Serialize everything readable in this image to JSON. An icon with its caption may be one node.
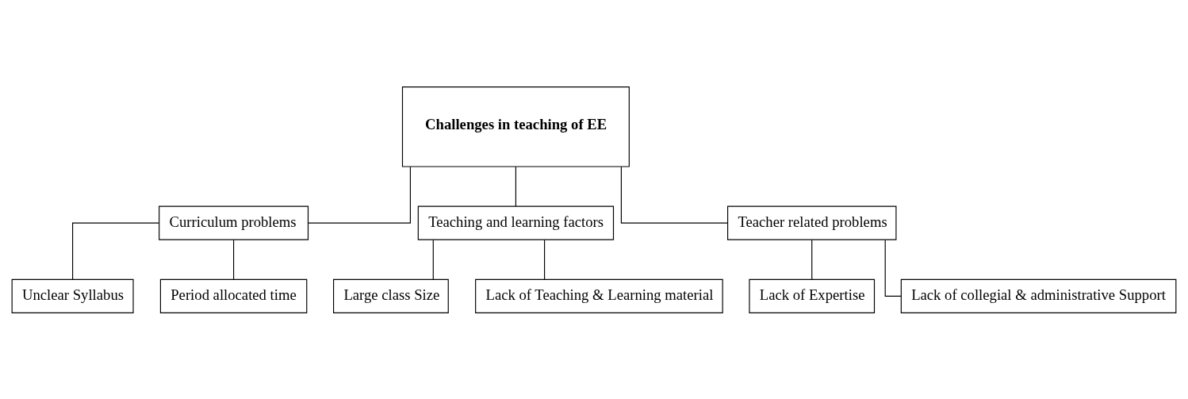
{
  "diagram": {
    "nodes": [
      {
        "text": [
          "Challenges in teaching of EE"
        ]
      },
      {
        "text": [
          "Curriculum problems"
        ]
      },
      {
        "text": [
          "Teaching and learning factors"
        ]
      },
      {
        "text": [
          "Teacher related problems"
        ]
      },
      {
        "text": [
          "Unclear Syllabus"
        ]
      },
      {
        "text": [
          "Period allocated time"
        ]
      },
      {
        "text": [
          "Large class Size"
        ]
      },
      {
        "text": [
          "Lack of Teaching & Learning material"
        ]
      },
      {
        "text": [
          "Lack of Expertise"
        ]
      },
      {
        "text": [
          "Lack of collegial & administrative Support"
        ]
      }
    ],
    "edges": [
      {
        "from": 0,
        "to": 1,
        "arrow": "none"
      },
      {
        "from": 0,
        "to": 2,
        "arrow": "none"
      },
      {
        "from": 0,
        "to": 3,
        "arrow": "none"
      },
      {
        "from": 1,
        "to": 4,
        "arrow": "none"
      },
      {
        "from": 1,
        "to": 5,
        "arrow": "none"
      },
      {
        "from": 2,
        "to": 6,
        "arrow": "none"
      },
      {
        "from": 2,
        "to": 7,
        "arrow": "none"
      },
      {
        "from": 3,
        "to": 8,
        "arrow": "none"
      },
      {
        "from": 3,
        "to": 9,
        "arrow": "none"
      }
    ]
  }
}
